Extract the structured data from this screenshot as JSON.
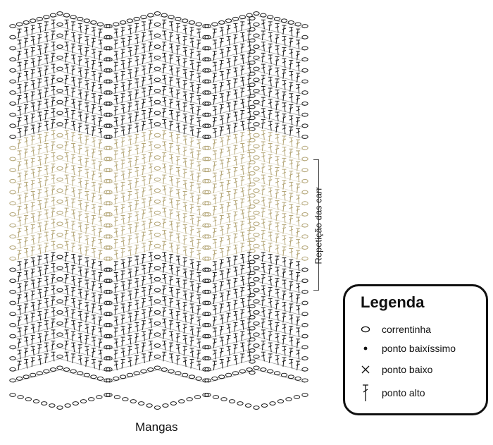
{
  "diagram": {
    "caption": "Mangas",
    "repeat_label": "Repetição das carr",
    "colors": {
      "main": "#1a1a1a",
      "repeat": "#b3a576"
    }
  },
  "legend": {
    "title": "Legenda",
    "items": [
      {
        "symbol": "chain-stitch-icon",
        "label": "correntinha"
      },
      {
        "symbol": "slip-stitch-icon",
        "label": "ponto baixíssimo"
      },
      {
        "symbol": "single-crochet-icon",
        "label": "ponto baixo"
      },
      {
        "symbol": "double-crochet-icon",
        "label": "ponto alto"
      }
    ]
  }
}
